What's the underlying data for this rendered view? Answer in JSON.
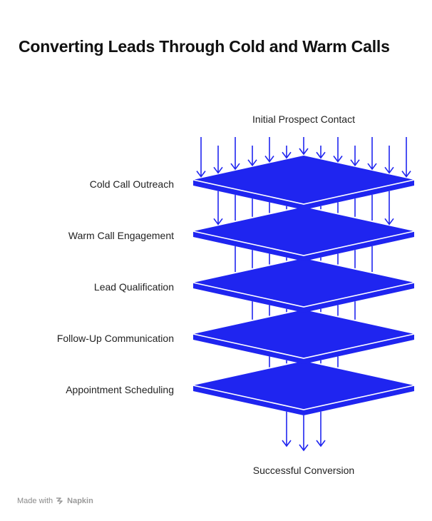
{
  "title": "Converting Leads Through Cold and Warm Calls",
  "input_label": "Initial Prospect Contact",
  "output_label": "Successful Conversion",
  "layers": [
    {
      "label": "Cold Call Outreach"
    },
    {
      "label": "Warm Call Engagement"
    },
    {
      "label": "Lead Qualification"
    },
    {
      "label": "Follow-Up Communication"
    },
    {
      "label": "Appointment Scheduling"
    }
  ],
  "footer": {
    "prefix": "Made with",
    "brand": "Napkin",
    "logo_icon": "napkin-logo-icon"
  },
  "colors": {
    "plate": "#1f25f0",
    "arrow": "#1f25f0",
    "text": "#222222"
  }
}
